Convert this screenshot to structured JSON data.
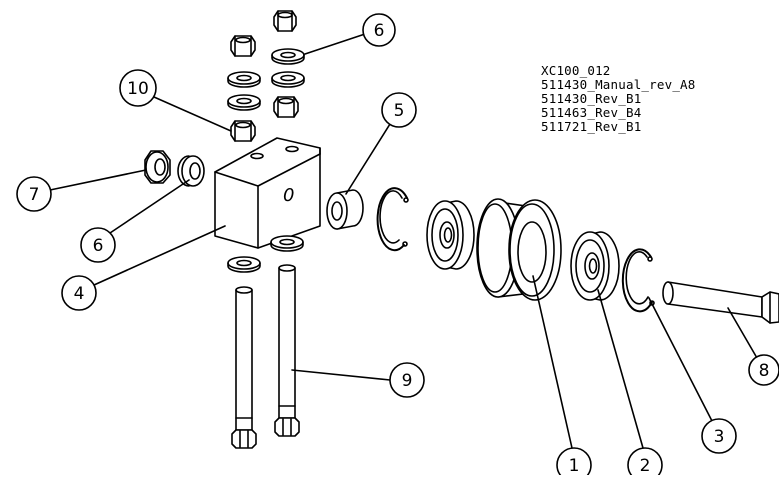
{
  "drawing": {
    "reference_lines": [
      "XC100_012",
      "511430_Manual_rev_A8",
      "511430_Rev_B1",
      "511463_Rev_B4",
      "511721_Rev_B1"
    ],
    "block_face_label": "0",
    "balloons": {
      "b1": "1",
      "b2": "2",
      "b3": "3",
      "b4": "4",
      "b5": "5",
      "b6_top": "6",
      "b6_left": "6",
      "b7": "7",
      "b8": "8",
      "b9": "9",
      "b10": "10"
    }
  }
}
